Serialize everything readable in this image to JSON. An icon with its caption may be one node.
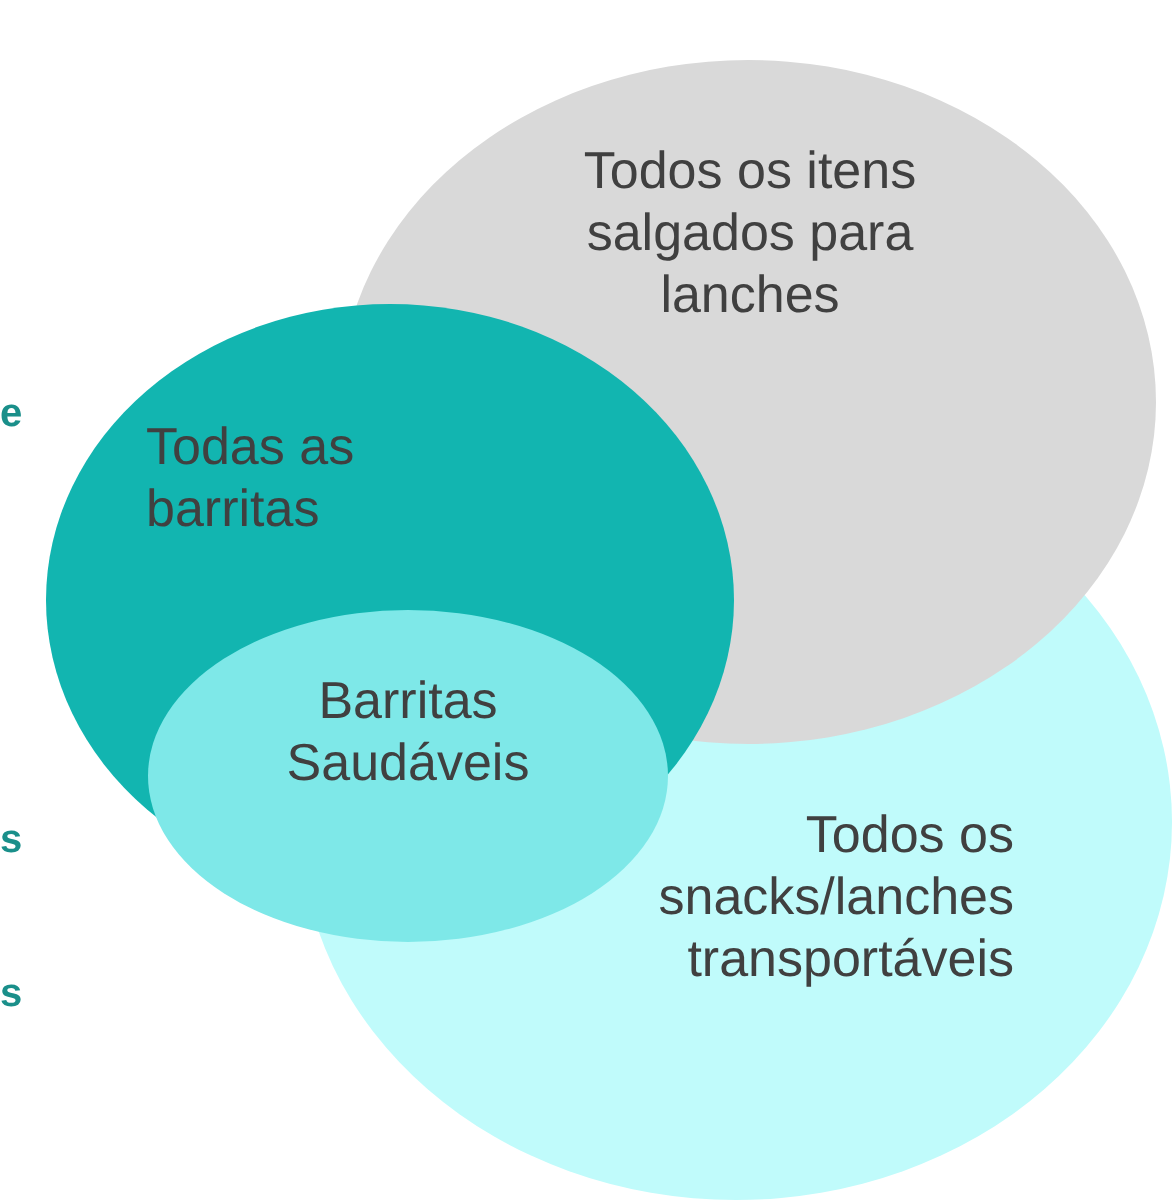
{
  "diagram": {
    "nodes": [
      {
        "text": [
          "Todos os itens salgados para lanches"
        ]
      },
      {
        "text": [
          "Todas as barritas"
        ]
      },
      {
        "text": [
          "Barritas Saudáveis"
        ],
        "in": 1
      },
      {
        "text": [
          "Todos os snacks/lanches transportáveis"
        ]
      }
    ],
    "labels": [
      "e",
      "s",
      "s"
    ]
  }
}
